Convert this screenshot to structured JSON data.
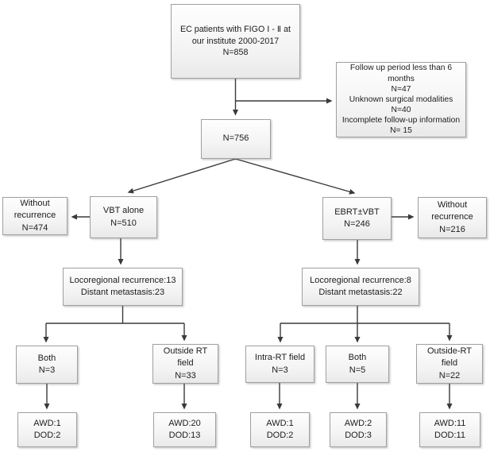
{
  "figure": {
    "type": "flowchart",
    "description": "Patient selection and recurrence outcome flow diagram"
  },
  "colors": {
    "box_border": "#a0a0a0",
    "box_fill": "#f3f3f3",
    "arrow": "#3a3a3a",
    "text": "#1c1c1c",
    "background": "#ffffff"
  },
  "nodes": {
    "top": {
      "lines": [
        "EC patients with FIGO Ⅰ - Ⅱ at",
        "our institute 2000-2017",
        "N=858"
      ]
    },
    "excluded": {
      "lines": [
        "Follow up period  less than 6 months",
        "N=47",
        "Unknown surgical modalities",
        "N=40",
        "Incomplete follow-up information",
        "N= 15"
      ]
    },
    "n756": {
      "lines": [
        "N=756"
      ]
    },
    "without_left": {
      "lines": [
        "Without recurrence",
        "N=474"
      ]
    },
    "vbt": {
      "lines": [
        "VBT alone",
        "N=510"
      ]
    },
    "ebrt": {
      "lines": [
        "EBRT±VBT",
        "N=246"
      ]
    },
    "without_right": {
      "lines": [
        "Without recurrence",
        "N=216"
      ]
    },
    "recur_left": {
      "lines": [
        "Locoregional recurrence:13",
        "Distant metastasis:23"
      ]
    },
    "recur_right": {
      "lines": [
        "Locoregional recurrence:8",
        "Distant metastasis:22"
      ]
    },
    "both_left": {
      "lines": [
        "Both",
        "N=3"
      ]
    },
    "outside_left": {
      "lines": [
        "Outside RT field",
        "N=33"
      ]
    },
    "intra_rt": {
      "lines": [
        "Intra-RT field",
        "N=3"
      ]
    },
    "both_right": {
      "lines": [
        "Both",
        "N=5"
      ]
    },
    "outside_right": {
      "lines": [
        "Outside-RT field",
        "N=22"
      ]
    },
    "awd_both_left": {
      "lines": [
        "AWD:1",
        "DOD:2"
      ]
    },
    "awd_outside_left": {
      "lines": [
        "AWD:20",
        "DOD:13"
      ]
    },
    "awd_intra": {
      "lines": [
        "AWD:1",
        "DOD:2"
      ]
    },
    "awd_both_right": {
      "lines": [
        "AWD:2",
        "DOD:3"
      ]
    },
    "awd_outside_right": {
      "lines": [
        "AWD:11",
        "DOD:11"
      ]
    }
  },
  "edges": [
    {
      "from": "top",
      "to": "n756"
    },
    {
      "from": "top",
      "to": "excluded"
    },
    {
      "from": "n756",
      "to": "vbt"
    },
    {
      "from": "n756",
      "to": "ebrt"
    },
    {
      "from": "vbt",
      "to": "without_left"
    },
    {
      "from": "ebrt",
      "to": "without_right"
    },
    {
      "from": "vbt",
      "to": "recur_left"
    },
    {
      "from": "ebrt",
      "to": "recur_right"
    },
    {
      "from": "recur_left",
      "to": "both_left"
    },
    {
      "from": "recur_left",
      "to": "outside_left"
    },
    {
      "from": "recur_right",
      "to": "intra_rt"
    },
    {
      "from": "recur_right",
      "to": "both_right"
    },
    {
      "from": "recur_right",
      "to": "outside_right"
    },
    {
      "from": "both_left",
      "to": "awd_both_left"
    },
    {
      "from": "outside_left",
      "to": "awd_outside_left"
    },
    {
      "from": "intra_rt",
      "to": "awd_intra"
    },
    {
      "from": "both_right",
      "to": "awd_both_right"
    },
    {
      "from": "outside_right",
      "to": "awd_outside_right"
    }
  ]
}
